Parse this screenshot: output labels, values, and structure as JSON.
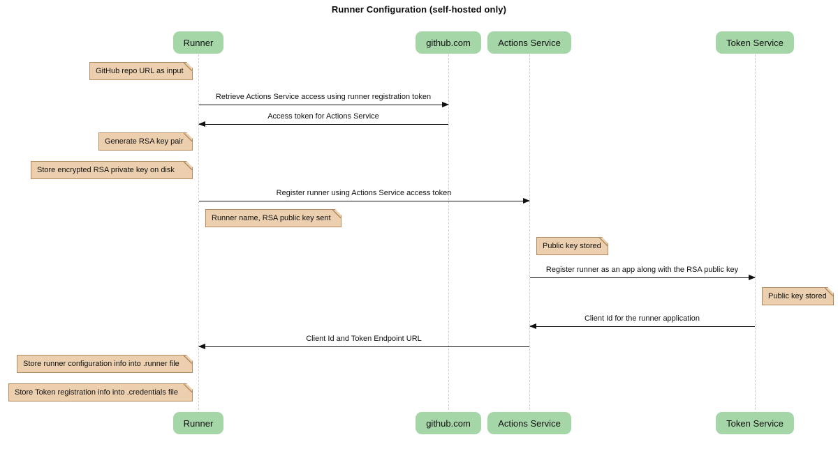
{
  "title": "Runner Configuration (self-hosted only)",
  "colors": {
    "participant_fill": "#a5d6a7",
    "note_fill": "#ebcfaf",
    "note_border": "#b28b5e",
    "line": "#111111",
    "lifeline": "#cfcfcf",
    "background": "#ffffff"
  },
  "participants": [
    {
      "id": "runner",
      "label": "Runner"
    },
    {
      "id": "github",
      "label": "github.com"
    },
    {
      "id": "actions",
      "label": "Actions Service"
    },
    {
      "id": "token",
      "label": "Token Service"
    }
  ],
  "messages": [
    {
      "label": "Retrieve Actions Service access using runner registration token",
      "from": "runner",
      "to": "github",
      "direction": "right"
    },
    {
      "label": "Access token for Actions Service",
      "from": "github",
      "to": "runner",
      "direction": "left"
    },
    {
      "label": "Register runner using Actions Service access token",
      "from": "runner",
      "to": "actions",
      "direction": "right"
    },
    {
      "label": "Register runner as an app along with the RSA public key",
      "from": "actions",
      "to": "token",
      "direction": "right"
    },
    {
      "label": "Client Id for the runner application",
      "from": "token",
      "to": "actions",
      "direction": "left"
    },
    {
      "label": "Client Id and Token Endpoint URL",
      "from": "actions",
      "to": "runner",
      "direction": "left"
    }
  ],
  "notes": [
    {
      "label": "GitHub repo URL as input",
      "anchor": "runner"
    },
    {
      "label": "Generate RSA key pair",
      "anchor": "runner"
    },
    {
      "label": "Store encrypted RSA private key on disk",
      "anchor": "runner"
    },
    {
      "label": "Runner name, RSA public key sent",
      "anchor": "runner"
    },
    {
      "label": "Public key stored",
      "anchor": "actions"
    },
    {
      "label": "Public key stored",
      "anchor": "token"
    },
    {
      "label": "Store runner configuration info into .runner file",
      "anchor": "runner"
    },
    {
      "label": "Store Token registration info into .credentials file",
      "anchor": "runner"
    }
  ]
}
